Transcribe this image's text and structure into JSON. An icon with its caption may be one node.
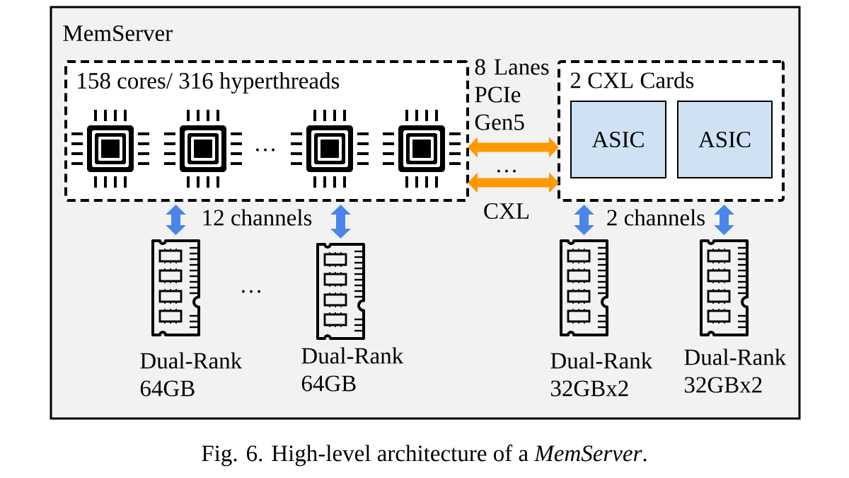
{
  "diagram": {
    "caption": "Fig. 6. High-level architecture of a *MemServer*.",
    "nodes": [
      {
        "text": [
          "MemServer"
        ]
      },
      {
        "text": [
          "158 cores/ 316 hyperthreads",
          "…"
        ],
        "in": 0
      },
      {
        "text": [
          "2 CXL Cards"
        ],
        "in": 0
      },
      {
        "text": [
          "ASIC"
        ],
        "in": 2
      },
      {
        "text": [
          "ASIC"
        ],
        "in": 2
      },
      {
        "text": [],
        "shape": "picture",
        "beside": [
          "Dual-Rank 64GB"
        ],
        "in": 0
      },
      {
        "text": [],
        "shape": "picture",
        "beside": [
          "Dual-Rank 64GB"
        ],
        "in": 0
      },
      {
        "text": [],
        "shape": "picture",
        "beside": [
          "Dual-Rank 32GBx2"
        ],
        "in": 0
      },
      {
        "text": [],
        "shape": "picture",
        "beside": [
          "Dual-Rank 32GBx2"
        ],
        "in": 0
      }
    ],
    "edges": [
      {
        "from": 1,
        "to": 2,
        "arrow": "both",
        "color": "#ff9900"
      },
      {
        "from": 1,
        "to": 2,
        "arrow": "both",
        "color": "#ff9900"
      },
      {
        "from": 1,
        "to": 5,
        "arrow": "both"
      },
      {
        "from": 1,
        "to": 6,
        "arrow": "both"
      },
      {
        "from": 2,
        "to": 7,
        "arrow": "both"
      },
      {
        "from": 2,
        "to": 8,
        "arrow": "both"
      }
    ],
    "labels": [
      "8 Lanes PCIe Gen5",
      "…",
      "12 channels",
      "CXL",
      "2 channels",
      "…"
    ]
  }
}
